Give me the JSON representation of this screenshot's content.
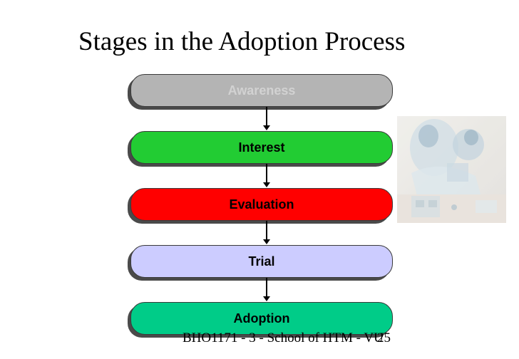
{
  "slide": {
    "title": "Stages in the Adoption Process",
    "footer": "BHO1171 - 3 - School of HTM - VU",
    "page_number": "25"
  },
  "stages": [
    {
      "label": "Awareness",
      "fill": "#b4b4b4",
      "text_color": "#d2d2d2"
    },
    {
      "label": "Interest",
      "fill": "#22cc33",
      "text_color": "#000000"
    },
    {
      "label": "Evaluation",
      "fill": "#ff0000",
      "text_color": "#000000"
    },
    {
      "label": "Trial",
      "fill": "#ccccff",
      "text_color": "#000000"
    },
    {
      "label": "Adoption",
      "fill": "#00cc88",
      "text_color": "#000000"
    }
  ]
}
